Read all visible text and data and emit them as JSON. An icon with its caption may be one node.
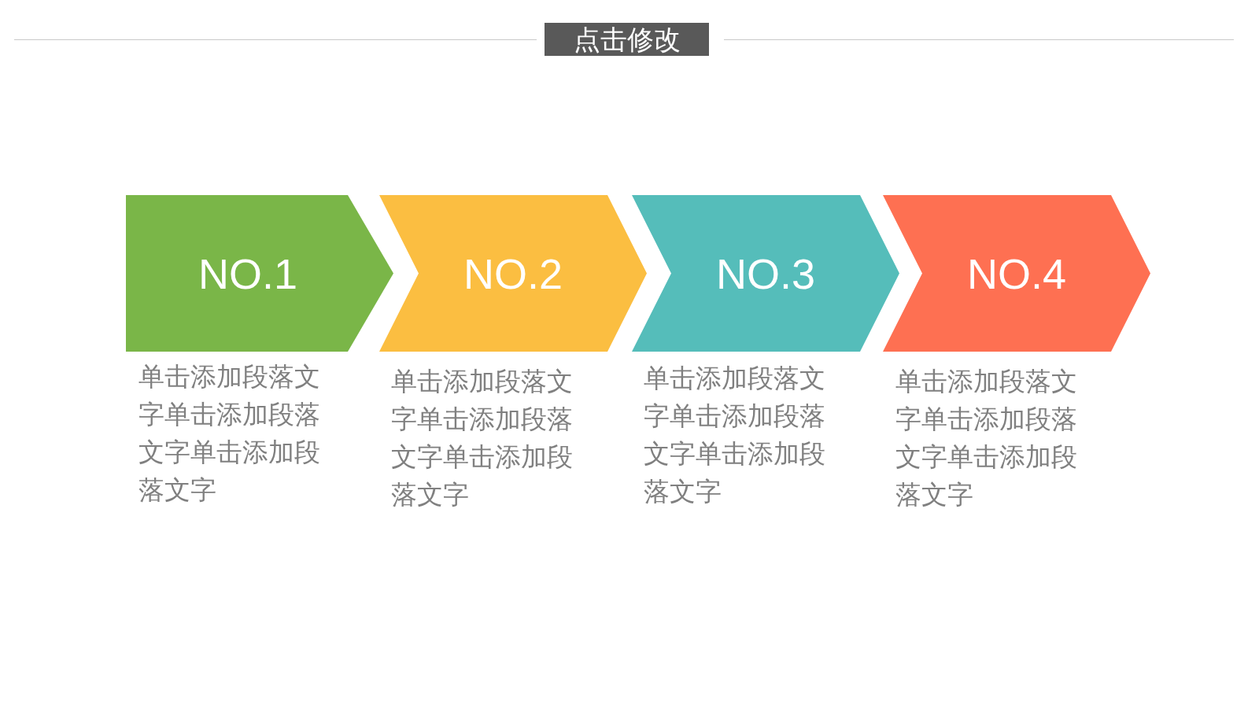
{
  "diagram": {
    "title": "点击修改",
    "nodes": [
      {
        "text": [
          "NO.1"
        ],
        "beside": [
          "单击添加段落文字单击添加段落文字单击添加段落文字"
        ]
      },
      {
        "text": [
          "NO.2"
        ],
        "beside": [
          "单击添加段落文字单击添加段落文字单击添加段落文字"
        ]
      },
      {
        "text": [
          "NO.3"
        ],
        "beside": [
          "单击添加段落文字单击添加段落文字单击添加段落文字"
        ]
      },
      {
        "text": [
          "NO.4"
        ],
        "beside": [
          "单击添加段落文字单击添加段落文字单击添加段落文字"
        ]
      }
    ]
  }
}
